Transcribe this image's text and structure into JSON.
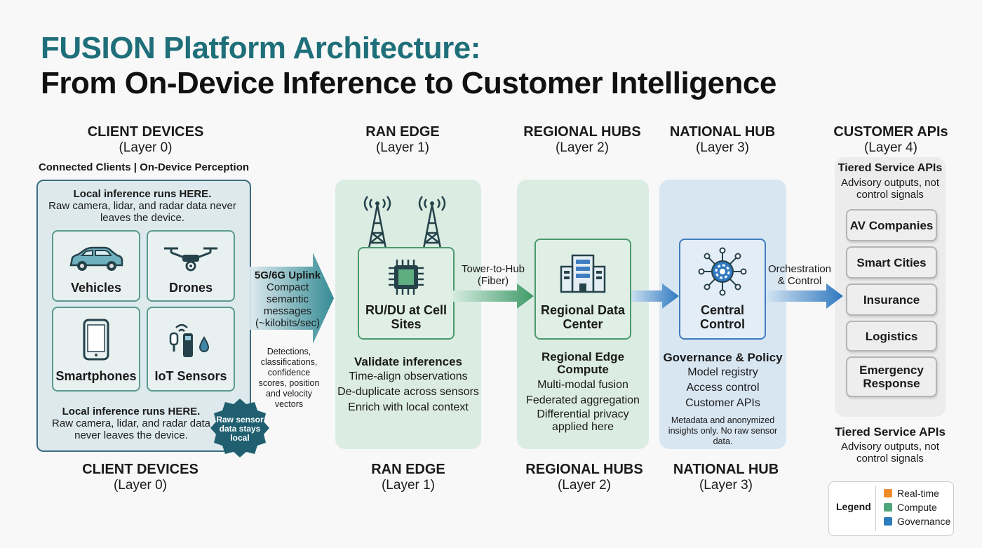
{
  "title": {
    "line1": "FUSION Platform Architecture:",
    "line2": "From On-Device Inference to Customer Intelligence"
  },
  "layers": {
    "client": {
      "name": "CLIENT DEVICES",
      "layer": "(Layer 0)",
      "subtitle": "Connected Clients | On-Device Perception"
    },
    "ran": {
      "name": "RAN EDGE",
      "layer": "(Layer 1)"
    },
    "regional": {
      "name": "REGIONAL HUBS",
      "layer": "(Layer 2)"
    },
    "national": {
      "name": "NATIONAL HUB",
      "layer": "(Layer 3)"
    },
    "customer": {
      "name": "CUSTOMER APIs",
      "layer": "(Layer 4)"
    }
  },
  "client": {
    "top_note_bold": "Local inference runs HERE.",
    "top_note": "Raw camera, lidar, and radar data never leaves the device.",
    "tiles": [
      "Vehicles",
      "Drones",
      "Smartphones",
      "IoT Sensors"
    ],
    "bottom_note_bold": "Local inference runs HERE.",
    "bottom_note": "Raw camera, lidar, and radar data never leaves the device.",
    "badge": "Raw sensor data stays local"
  },
  "uplink": {
    "title": "5G/6G Uplink",
    "desc": "Compact semantic messages (~kilobits/sec)",
    "payload": "Detections, classifications, confidence scores, position and velocity vectors"
  },
  "ran": {
    "box": "RU/DU at Cell Sites",
    "title": "Validate inferences",
    "items": [
      "Time-align observations",
      "De-duplicate across sensors",
      "Enrich with local context"
    ]
  },
  "tower_link": "Tower-to-Hub (Fiber)",
  "regional": {
    "box": "Regional Data Center",
    "title": "Regional Edge Compute",
    "items": [
      "Multi-modal fusion",
      "Federated aggregation",
      "Differential privacy applied here"
    ]
  },
  "national": {
    "box": "Central Control",
    "title": "Governance & Policy",
    "items": [
      "Model registry",
      "Access control",
      "Customer APIs"
    ],
    "note": "Metadata and anonymized insights only. No raw sensor data."
  },
  "orchestration": "Orchestration & Control",
  "customer": {
    "tiered_title": "Tiered Service APIs",
    "tiered_desc": "Advisory outputs, not control signals",
    "apis": [
      "AV Companies",
      "Smart Cities",
      "Insurance",
      "Logistics",
      "Emergency Response"
    ]
  },
  "legend": {
    "title": "Legend",
    "items": [
      {
        "label": "Real-time",
        "color": "#f28c28"
      },
      {
        "label": "Compute",
        "color": "#4fa67a"
      },
      {
        "label": "Governance",
        "color": "#2f7bbf"
      }
    ]
  }
}
